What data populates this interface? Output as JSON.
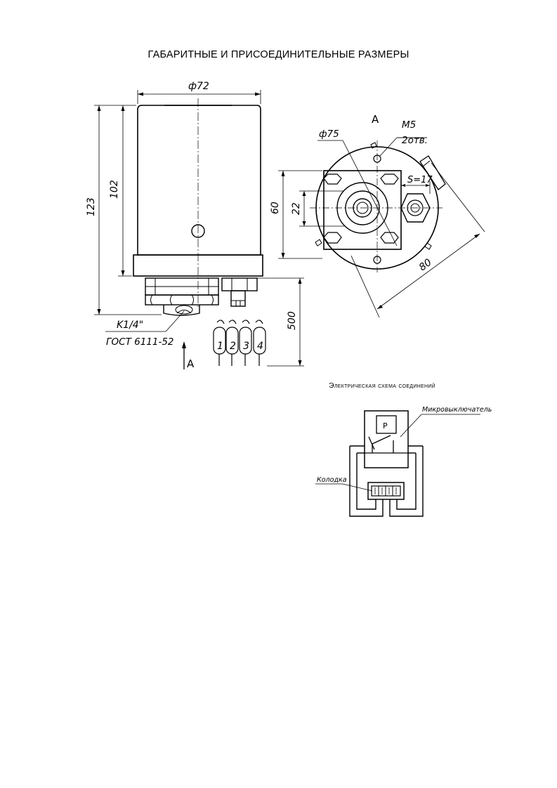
{
  "title": "ГАБАРИТНЫЕ И ПРИСОЕДИНИТЕЛЬНЫЕ РАЗМЕРЫ",
  "front_view": {
    "dim_diameter": "ф72",
    "dim_total_height": "123",
    "dim_body_height": "102",
    "thread_label": "K1/4\"",
    "thread_standard": "ГОСТ 6111-52",
    "view_arrow_label": "A",
    "cable_length": "500",
    "pins": [
      "1",
      "2",
      "3",
      "4"
    ]
  },
  "top_view": {
    "view_label": "A",
    "dim_diameter": "ф75",
    "thread_label": "M5",
    "holes_label": "2отв.",
    "wrench_size": "S=17",
    "dim_height": "60",
    "dim_inner": "22",
    "dim_diagonal": "80"
  },
  "schema": {
    "title": "Электрическая схема соединений",
    "relay_label": "P",
    "switch_label": "Микровыключатель",
    "block_label": "Колодка"
  },
  "colors": {
    "line": "#000000",
    "background": "#ffffff"
  }
}
